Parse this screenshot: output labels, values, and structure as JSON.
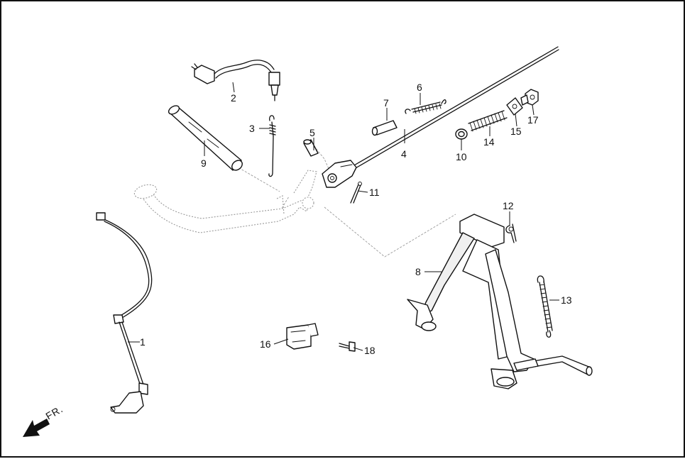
{
  "diagram": {
    "direction_label": "FR.",
    "callouts": {
      "c1": "1",
      "c2": "2",
      "c3": "3",
      "c4": "4",
      "c5": "5",
      "c6": "6",
      "c7": "7",
      "c8": "8",
      "c9": "9",
      "c10": "10",
      "c11": "11",
      "c12": "12",
      "c13": "13",
      "c14": "14",
      "c15": "15",
      "c16": "16",
      "c17": "17",
      "c18": "18"
    }
  }
}
